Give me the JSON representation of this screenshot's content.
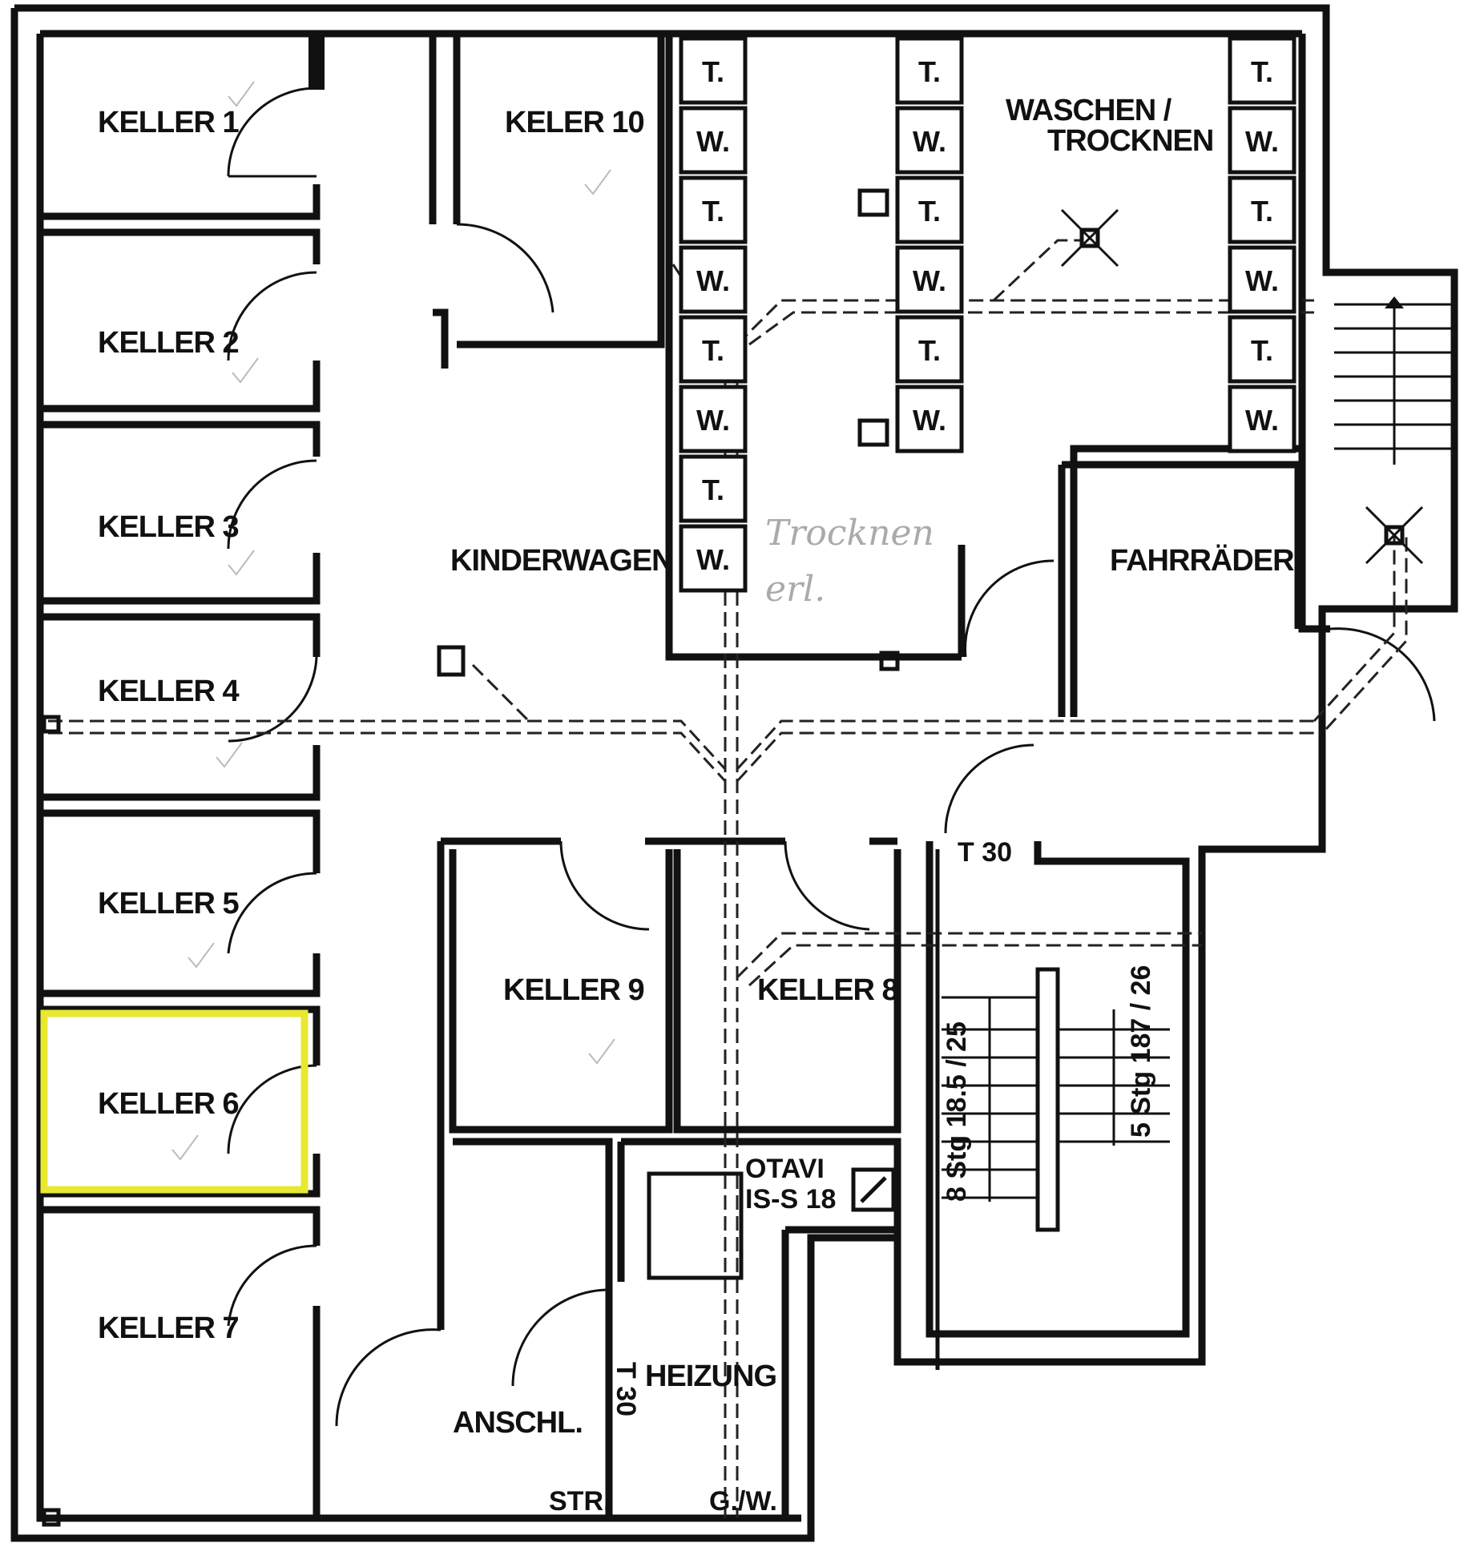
{
  "rooms": {
    "keller_1": "KELLER 1",
    "keller_2": "KELLER 2",
    "keller_3": "KELLER 3",
    "keller_4": "KELLER 4",
    "keller_5": "KELLER 5",
    "keller_6": "KELLER 6",
    "keller_7": "KELLER 7",
    "keller_8": "KELLER 8",
    "keller_9": "KELLER 9",
    "keller_10": "KELER 10",
    "kinderwagen": "KINDERWAGEN",
    "waschen_1": "WASCHEN /",
    "waschen_2": "TROCKNEN",
    "fahrraeder": "FAHRRÄDER",
    "anschl": "ANSCHL.",
    "heizung": "HEIZUNG"
  },
  "annotations": {
    "t30_top": "T 30",
    "t30_heizung": "T 30",
    "otavi_1": "OTAVI",
    "otavi_2": "IS-S 18",
    "stair_left": "8 Stg 18.5 / 25",
    "stair_right": "5 Stg 187 / 26",
    "str": "STR.",
    "gw": "G./W.",
    "handwritten_1": "Trocknen",
    "handwritten_2": "erl."
  },
  "machines": {
    "t": "T.",
    "w": "W."
  },
  "highlight": {
    "room": "KELLER 6",
    "color": "#e8e830"
  }
}
